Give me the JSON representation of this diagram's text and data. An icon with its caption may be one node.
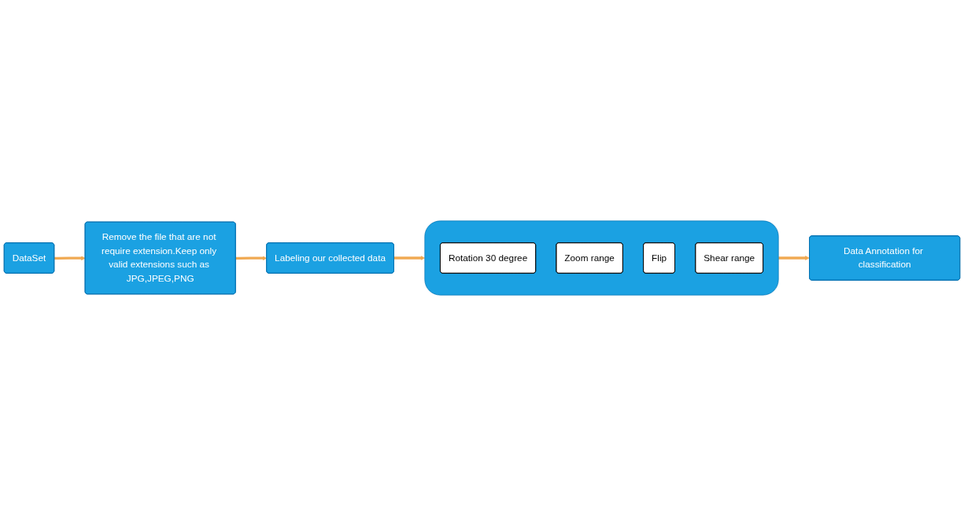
{
  "diagram": {
    "nodes": [
      {
        "text": [
          "DataSet"
        ]
      },
      {
        "text": [
          "Remove the file that are not require extension.Keep only valid extensions such as JPG,JPEG,PNG"
        ]
      },
      {
        "text": [
          "Labeling our collected data"
        ]
      },
      {
        "text": [],
        "shape": "box"
      },
      {
        "text": [
          "Rotation 30 degree"
        ],
        "in": 3
      },
      {
        "text": [
          "Zoom range"
        ],
        "in": 3
      },
      {
        "text": [
          "Flip"
        ],
        "in": 3
      },
      {
        "text": [
          "Shear range"
        ],
        "in": 3
      },
      {
        "text": [
          "Data Annotation for classification"
        ]
      }
    ],
    "edges": [
      {
        "from": 0,
        "to": 1,
        "arrow": "to"
      },
      {
        "from": 1,
        "to": 2,
        "arrow": "to"
      },
      {
        "from": 2,
        "to": 3,
        "arrow": "to"
      },
      {
        "from": 3,
        "to": 8,
        "arrow": "to"
      }
    ]
  }
}
